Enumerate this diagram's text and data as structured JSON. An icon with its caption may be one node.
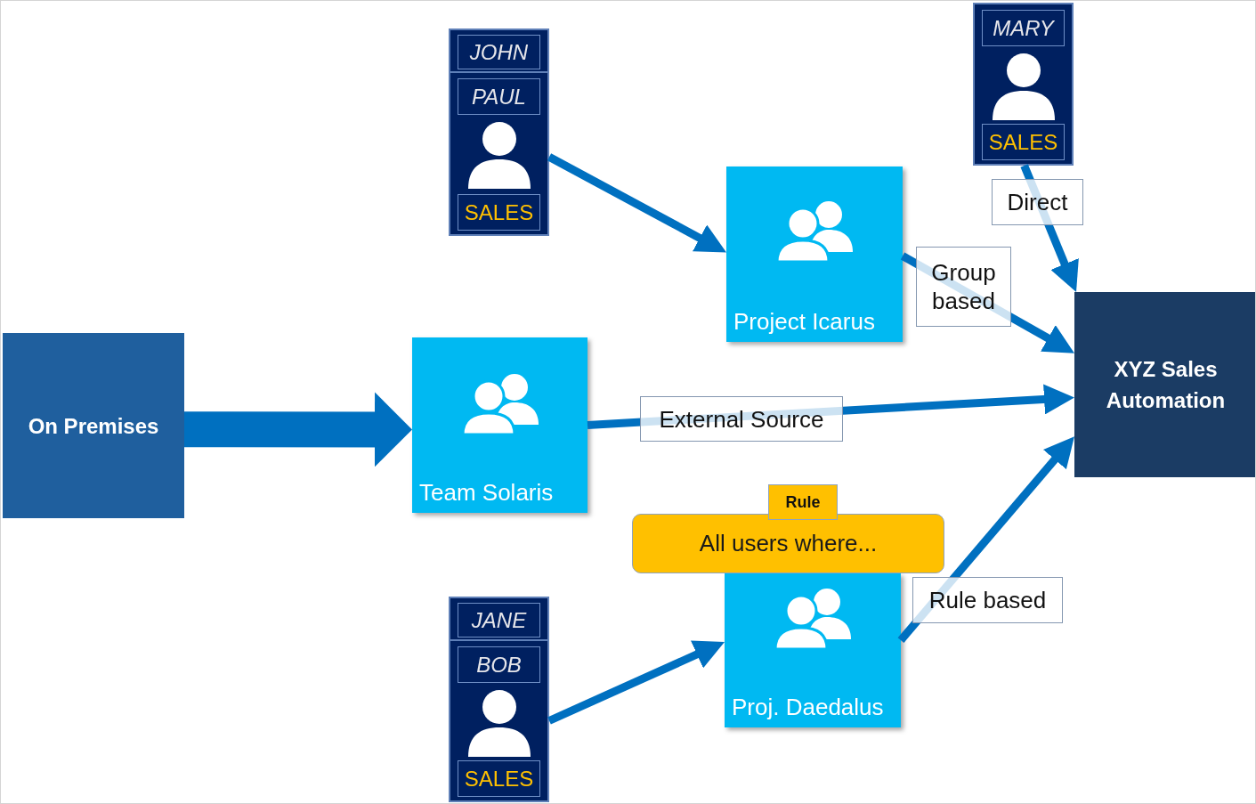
{
  "diagram": {
    "nodes": [
      {
        "text": [
          "JOHN"
        ]
      },
      {
        "text": [
          "PAUL",
          "SALES"
        ]
      },
      {
        "text": [
          "MARY",
          "SALES"
        ]
      },
      {
        "text": [
          "Project Icarus"
        ]
      },
      {
        "text": [
          "On Premises"
        ]
      },
      {
        "text": [
          "Team Solaris"
        ]
      },
      {
        "text": [
          "XYZ Sales Automation"
        ]
      },
      {
        "text": [
          "Rule"
        ]
      },
      {
        "text": [
          "All users where..."
        ]
      },
      {
        "text": [
          "JANE"
        ]
      },
      {
        "text": [
          "BOB",
          "SALES"
        ]
      },
      {
        "text": [
          "Proj. Daedalus"
        ]
      }
    ],
    "edges": [
      {
        "from": 1,
        "to": 3,
        "arrow": "to"
      },
      {
        "from": 2,
        "to": 6,
        "arrow": "to",
        "label": "Direct"
      },
      {
        "from": 3,
        "to": 6,
        "arrow": "to",
        "label": "Group based"
      },
      {
        "from": 4,
        "to": 5,
        "arrow": "to",
        "style": "thick"
      },
      {
        "from": 5,
        "to": 6,
        "arrow": "to",
        "label": "External Source"
      },
      {
        "from": 10,
        "to": 11,
        "arrow": "to"
      },
      {
        "from": 11,
        "to": 6,
        "arrow": "to",
        "label": "Rule based"
      }
    ]
  }
}
